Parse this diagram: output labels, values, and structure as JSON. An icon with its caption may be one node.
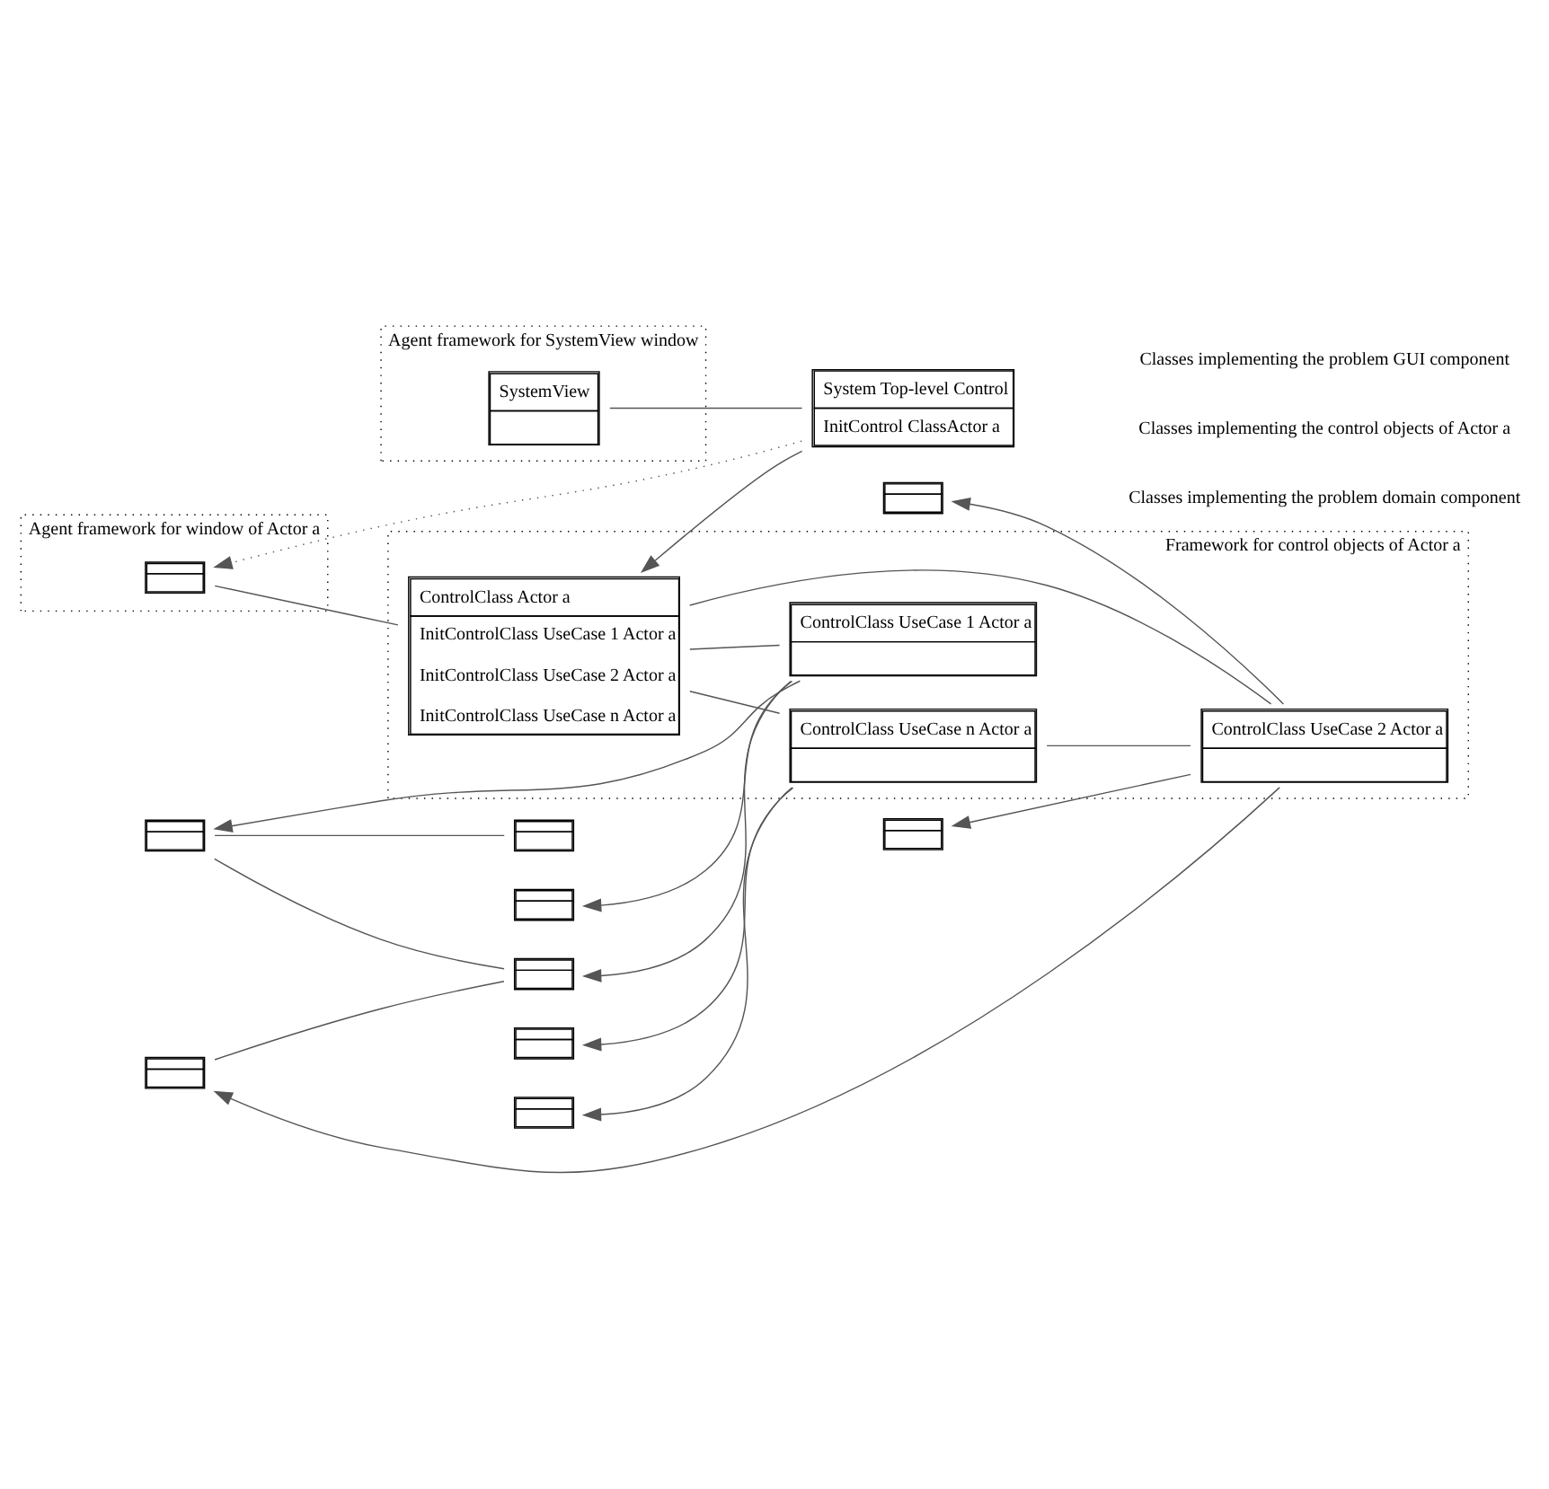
{
  "diagram": {
    "nodes": [
      {
        "text": [
          "System Top-level Control",
          "InitControl ClassActor a"
        ]
      },
      {
        "text": [
          "Agent framework for SystemView window"
        ]
      },
      {
        "text": [
          "SystemView"
        ],
        "in": 1
      },
      {
        "text": [
          "Framework for control objects of Actor a"
        ]
      },
      {
        "text": [
          "ControlClass UseCase 1 Actor a"
        ],
        "in": 3
      },
      {
        "text": [
          "ControlClass Actor a",
          "InitControlClass UseCase 1 Actor a",
          "InitControlClass UseCase 2 Actor a",
          "InitControlClass UseCase n Actor a"
        ],
        "in": 3
      },
      {
        "text": [
          "Agent framework for window of Actor a"
        ]
      },
      {
        "text": [],
        "shape": "box",
        "in": 6
      },
      {
        "text": [
          "ControlClass UseCase 2 Actor a"
        ],
        "in": 3
      },
      {
        "text": [
          "ControlClass UseCase n Actor a"
        ],
        "in": 3
      },
      {
        "text": [],
        "shape": "box"
      },
      {
        "text": [],
        "shape": "box"
      },
      {
        "text": [],
        "shape": "box"
      },
      {
        "text": [],
        "shape": "box"
      },
      {
        "text": [],
        "shape": "box"
      },
      {
        "text": [],
        "shape": "box"
      },
      {
        "text": [],
        "shape": "box"
      },
      {
        "text": [],
        "shape": "box"
      },
      {
        "text": [],
        "shape": "box"
      }
    ],
    "edges": [
      {
        "from": 0,
        "to": 2,
        "arrow": "none"
      },
      {
        "from": 0,
        "to": 5,
        "arrow": "to"
      },
      {
        "from": 0,
        "to": 7,
        "arrow": "to",
        "style": "dashed"
      },
      {
        "from": 4,
        "to": 5,
        "arrow": "none"
      },
      {
        "from": 4,
        "to": 10,
        "arrow": "to"
      },
      {
        "from": 4,
        "to": 12,
        "arrow": "to"
      },
      {
        "from": 10,
        "to": 12,
        "arrow": "none"
      },
      {
        "from": 11,
        "to": 12,
        "arrow": "none"
      },
      {
        "from": 10,
        "to": 13,
        "arrow": "none"
      },
      {
        "from": 8,
        "to": 13,
        "arrow": "to"
      },
      {
        "from": 4,
        "to": 14,
        "arrow": "to"
      },
      {
        "from": 8,
        "to": 15,
        "arrow": "to"
      },
      {
        "from": 8,
        "to": 16,
        "arrow": "to"
      },
      {
        "from": 8,
        "to": 9,
        "arrow": "none"
      },
      {
        "from": 8,
        "to": 5,
        "arrow": "none"
      },
      {
        "from": 5,
        "to": 7,
        "arrow": "none"
      },
      {
        "from": 9,
        "to": 5,
        "arrow": "none"
      },
      {
        "from": 9,
        "to": 17,
        "arrow": "to"
      },
      {
        "from": 9,
        "to": 18,
        "arrow": "to"
      }
    ],
    "labels": [
      "Classes implementing the problem domain component",
      "Classes implementing the control objects of Actor a",
      "Classes implementing the problem GUI component"
    ]
  }
}
